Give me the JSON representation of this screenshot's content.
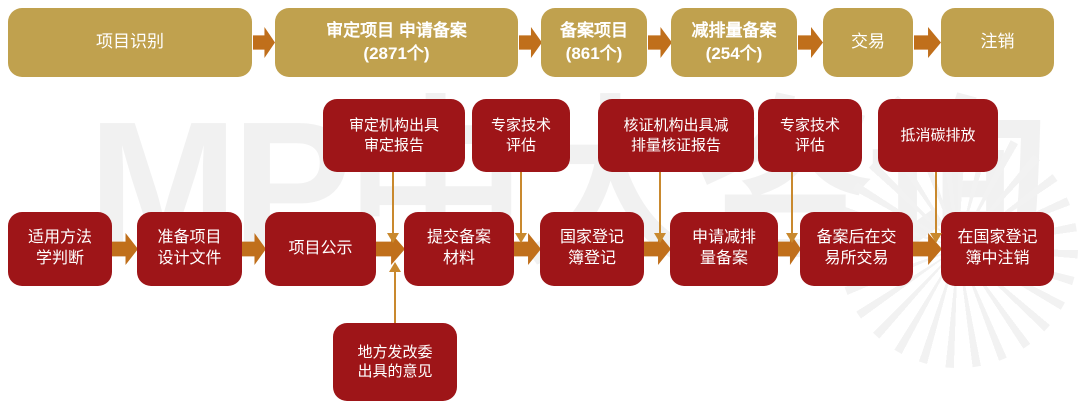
{
  "colors": {
    "gold_box": "#C0A14E",
    "red_box": "#9E1518",
    "flow_arrow": "#C06F1B",
    "connector_arrow": "#C9892E",
    "box_text": "#FFFFFF",
    "watermark": "#F1F1F1"
  },
  "top_row": [
    {
      "title": "项目识别",
      "count": ""
    },
    {
      "title": "审定项目 申请备案",
      "count": "(2871个)"
    },
    {
      "title": "备案项目",
      "count": "(861个)"
    },
    {
      "title": "减排量备案",
      "count": "(254个)"
    },
    {
      "title": "交易",
      "count": ""
    },
    {
      "title": "注销",
      "count": ""
    }
  ],
  "main_row": [
    {
      "label": "适用方法\n学判断"
    },
    {
      "label": "准备项目\n设计文件"
    },
    {
      "label": "项目公示"
    },
    {
      "label": "提交备案\n材料"
    },
    {
      "label": "国家登记\n簿登记"
    },
    {
      "label": "申请减排\n量备案"
    },
    {
      "label": "备案后在交\n易所交易"
    },
    {
      "label": "在国家登记\n簿中注销"
    }
  ],
  "aux_top": [
    {
      "label": "审定机构出具\n审定报告"
    },
    {
      "label": "专家技术\n评估"
    },
    {
      "label": "核证机构出具减\n排量核证报告"
    },
    {
      "label": "专家技术\n评估"
    },
    {
      "label": "抵消碳排放"
    }
  ],
  "aux_bottom": {
    "label": "地方发改委\n出具的意见"
  },
  "watermark": {
    "text": "MP中大咨询"
  }
}
